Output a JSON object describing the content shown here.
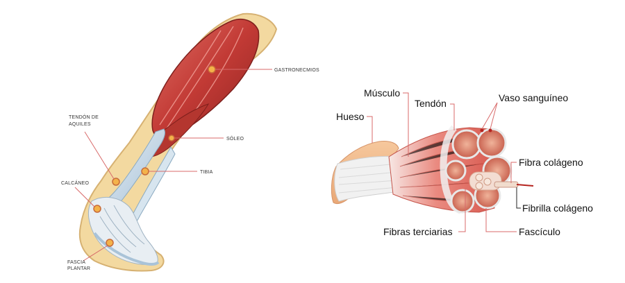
{
  "left_figure": {
    "labels": {
      "gastrocnemius": "GASTRONECMIOS",
      "achilles_line1": "TENDÓN DE",
      "achilles_line2": "AQUILES",
      "soleus": "SÓLEO",
      "tibia": "TIBIA",
      "calcaneus": "CALCÁNEO",
      "fascia_line1": "FASCIA",
      "fascia_line2": "PLANTAR"
    }
  },
  "right_figure": {
    "labels": {
      "muscle": "Músculo",
      "tendon": "Tendón",
      "blood_vessel": "Vaso sanguíneo",
      "bone": "Hueso",
      "collagen_fiber": "Fibra colágeno",
      "collagen_fibril": "Fibrilla colágeno",
      "tertiary_fibers": "Fibras terciarias",
      "fascicle": "Fascículo"
    }
  },
  "colors": {
    "muscle": "#c6403b",
    "skin": "#f3d9a0",
    "tendon": "#c9dbe8",
    "leader_red": "#d86a6a",
    "bone": "#f2b98a"
  }
}
